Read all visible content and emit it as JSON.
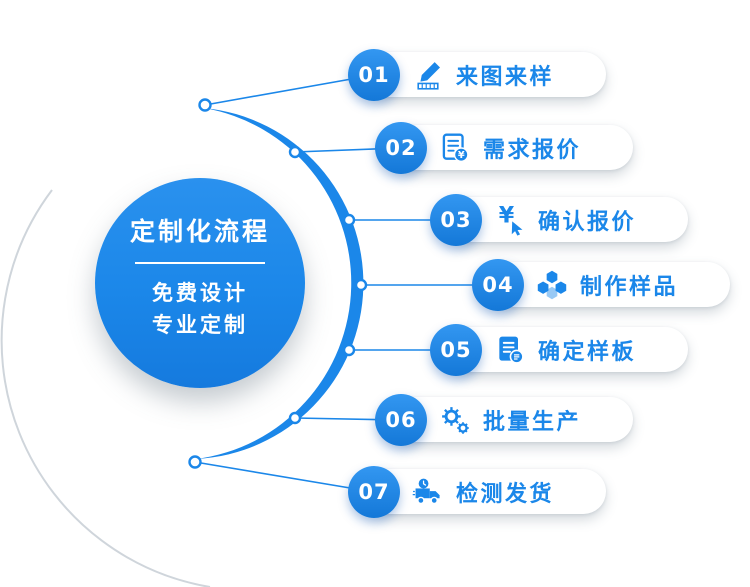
{
  "colors": {
    "accent": "#1b87e9",
    "arc_gray": "#cfd5db",
    "label_text": "#1b87e9"
  },
  "center_circle": {
    "title": "定制化流程",
    "subtitle_line1": "免费设计",
    "subtitle_line2": "专业定制"
  },
  "steps": [
    {
      "num": "01",
      "label": "来图来样",
      "icon": "pencil-drawing-icon"
    },
    {
      "num": "02",
      "label": "需求报价",
      "icon": "document-yen-icon"
    },
    {
      "num": "03",
      "label": "确认报价",
      "icon": "yen-cursor-icon"
    },
    {
      "num": "04",
      "label": "制作样品",
      "icon": "cubes-icon"
    },
    {
      "num": "05",
      "label": "确定样板",
      "icon": "document-lines-icon"
    },
    {
      "num": "06",
      "label": "批量生产",
      "icon": "gears-icon"
    },
    {
      "num": "07",
      "label": "检测发货",
      "icon": "truck-icon"
    }
  ]
}
